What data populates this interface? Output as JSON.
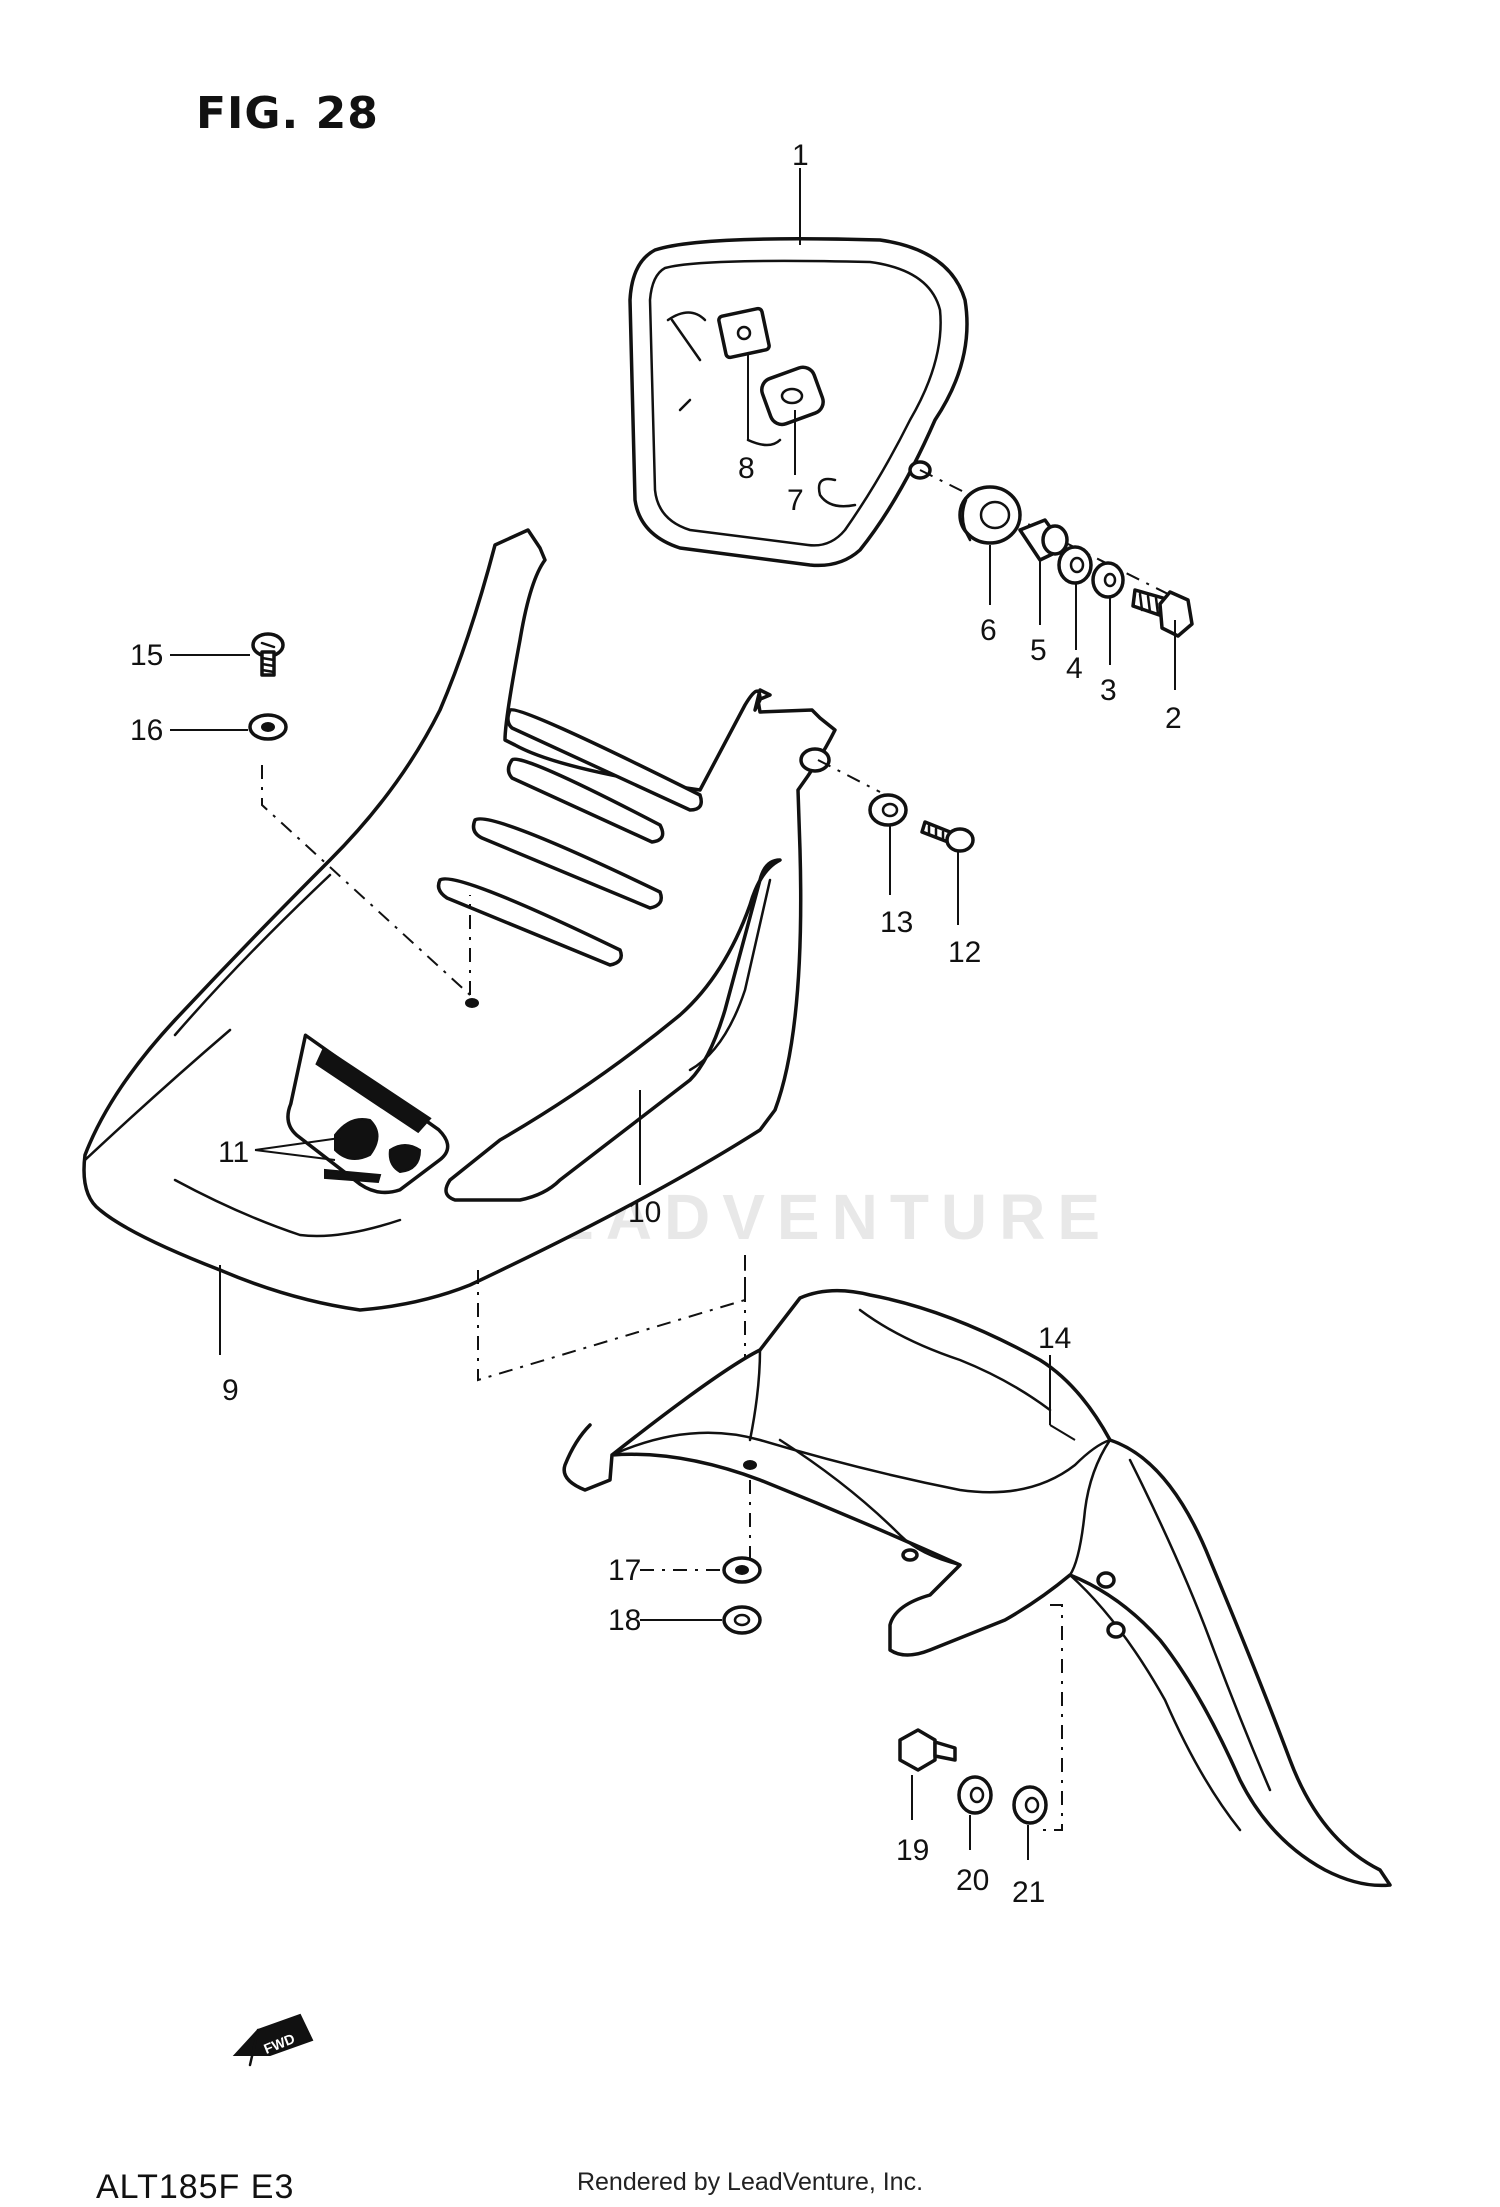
{
  "figure": {
    "title": "FIG. 28",
    "model_code": "ALT185F E3",
    "footer": "Rendered by LeadVenture, Inc.",
    "watermark": "LEADVENTURE",
    "direction_marker": "FWD"
  },
  "callouts": [
    {
      "id": "1",
      "label": "1"
    },
    {
      "id": "2",
      "label": "2"
    },
    {
      "id": "3",
      "label": "3"
    },
    {
      "id": "4",
      "label": "4"
    },
    {
      "id": "5",
      "label": "5"
    },
    {
      "id": "6",
      "label": "6"
    },
    {
      "id": "7",
      "label": "7"
    },
    {
      "id": "8",
      "label": "8"
    },
    {
      "id": "9",
      "label": "9"
    },
    {
      "id": "10",
      "label": "10"
    },
    {
      "id": "11",
      "label": "11"
    },
    {
      "id": "12",
      "label": "12"
    },
    {
      "id": "13",
      "label": "13"
    },
    {
      "id": "14",
      "label": "14"
    },
    {
      "id": "15",
      "label": "15"
    },
    {
      "id": "16",
      "label": "16"
    },
    {
      "id": "17",
      "label": "17"
    },
    {
      "id": "18",
      "label": "18"
    },
    {
      "id": "19",
      "label": "19"
    },
    {
      "id": "20",
      "label": "20"
    },
    {
      "id": "21",
      "label": "21"
    }
  ]
}
